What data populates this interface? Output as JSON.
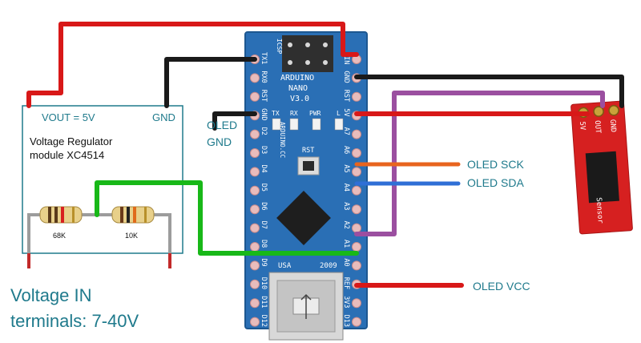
{
  "labels": {
    "vout": "VOUT = 5V",
    "gnd_module": "GND",
    "module_line1": "Voltage Regulator",
    "module_line2": "module XC4514",
    "resistor1": "68K",
    "resistor2": "10K",
    "oled_gnd_line1": "OLED",
    "oled_gnd_line2": "GND",
    "oled_sck": "OLED SCK",
    "oled_sda": "OLED SDA",
    "oled_vcc": "OLED VCC",
    "voltage_in_line1": "Voltage IN",
    "voltage_in_line2": "terminals: 7-40V"
  },
  "board": {
    "name1": "ARDUINO",
    "name2": "NANO",
    "version": "V3.0",
    "site": "ARDUINO.CC",
    "icsp": "ICSP",
    "rst_button": "RST",
    "usa": "USA",
    "year": "2009",
    "led_tx": "TX",
    "led_rx": "RX",
    "led_pwr": "PWR",
    "led_l": "L",
    "left_pins": [
      "TX1",
      "RX0",
      "RST",
      "GND",
      "D2",
      "D3",
      "D4",
      "D5",
      "D6",
      "D7",
      "D8",
      "D9",
      "D10",
      "D11",
      "D12"
    ],
    "right_pins": [
      "VIN",
      "GND",
      "RST",
      "5V",
      "A7",
      "A6",
      "A5",
      "A4",
      "A3",
      "A2",
      "A1",
      "A0",
      "REF",
      "3V3",
      "D13"
    ]
  },
  "sensor": {
    "pin_5v": "5V",
    "pin_out": "OUT",
    "pin_gnd": "GND",
    "name": "Sensor"
  },
  "colors": {
    "wire_red": "#d81818",
    "wire_black": "#1a1a1a",
    "wire_green": "#18b818",
    "wire_purple": "#9b4fa0",
    "wire_orange": "#e8641e",
    "wire_blue": "#2f6fd6",
    "board_blue": "#2a6fb5",
    "sensor_red": "#d62020",
    "label_teal": "#1f7a8c"
  }
}
